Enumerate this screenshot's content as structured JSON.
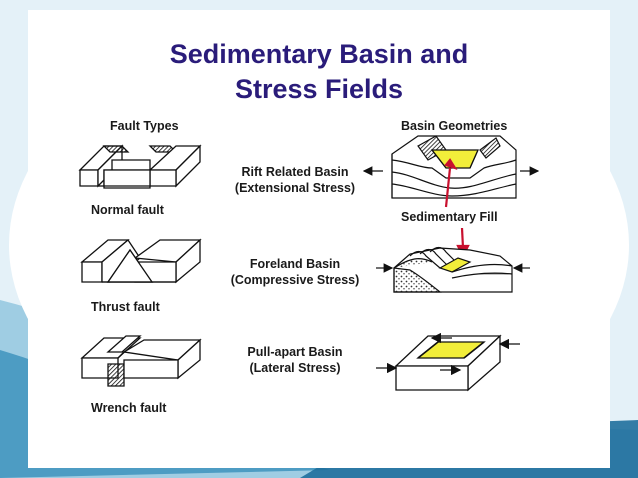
{
  "slide": {
    "title_line1": "Sedimentary Basin and",
    "title_line2": "Stress Fields",
    "title_color": "#2a1c7a"
  },
  "left_column": {
    "header": "Fault Types",
    "faults": [
      {
        "label": "Normal fault",
        "icon": "normal-fault-block-diagram"
      },
      {
        "label": "Thrust fault",
        "icon": "thrust-fault-block-diagram"
      },
      {
        "label": "Wrench fault",
        "icon": "wrench-fault-block-diagram"
      }
    ]
  },
  "middle_column": {
    "basins": [
      {
        "name": "Rift Related Basin",
        "stress": "(Extensional Stress)"
      },
      {
        "name": "Foreland Basin",
        "stress": "(Compressive Stress)"
      },
      {
        "name": "Pull-apart Basin",
        "stress": "(Lateral Stress)"
      }
    ]
  },
  "right_column": {
    "header": "Basin Geometries",
    "fill_label": "Sedimentary Fill",
    "fill_color": "#f2ee3a",
    "arrow_color": "#c8102e"
  }
}
